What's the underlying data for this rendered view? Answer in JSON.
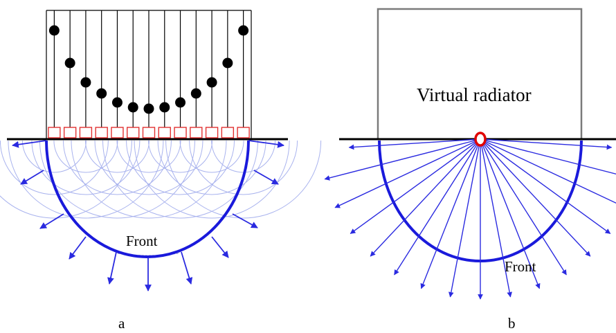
{
  "panel_a": {
    "caption": "a",
    "front_label": "Front",
    "element_count": 13
  },
  "panel_b": {
    "caption": "b",
    "radiator_label": "Virtual radiator",
    "front_label": "Front",
    "ray_count": 17
  },
  "colors": {
    "wavefront": "#1a1adb",
    "arrow": "#2a2ae0",
    "arc": "#a9b3ee",
    "element": "#e23030",
    "source": "#e00000",
    "line": "#000000",
    "box": "#7a7a7a"
  }
}
